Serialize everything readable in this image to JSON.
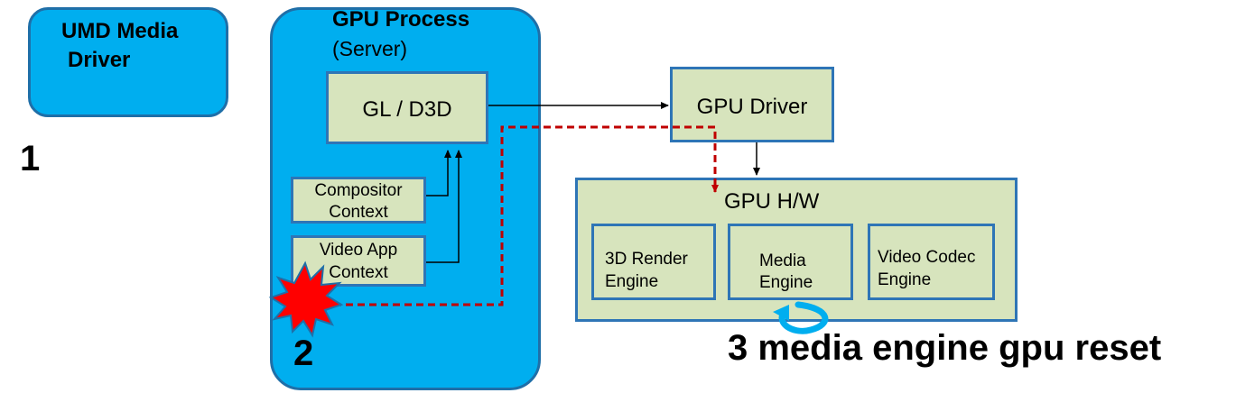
{
  "umd": {
    "line1": "UMD Media",
    "line2": "Driver"
  },
  "step1": "1",
  "gpu_process": {
    "title": "GPU Process",
    "subtitle": "(Server)"
  },
  "gl_d3d": "GL / D3D",
  "compositor": {
    "line1": "Compositor",
    "line2": "Context"
  },
  "video_app": {
    "line1": "Video App",
    "line2": "Context"
  },
  "step2": "2",
  "gpu_driver": "GPU Driver",
  "gpu_hw": {
    "title": "GPU H/W",
    "engines": [
      {
        "line1": "3D Render",
        "line2": "Engine"
      },
      {
        "line1": "Media",
        "line2": "Engine"
      },
      {
        "line1": "Video Codec",
        "line2": "Engine"
      }
    ]
  },
  "step3": "3 media engine gpu reset",
  "colors": {
    "blue": "#00aeef",
    "green": "#d7e4bd",
    "border": "#2e75b6",
    "dashed": "#c00000",
    "crash": "#ff0000"
  }
}
